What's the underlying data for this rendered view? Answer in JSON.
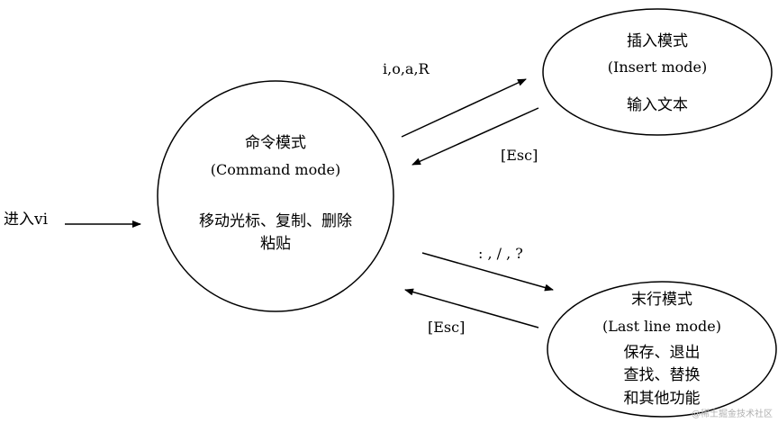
{
  "command_mode": {
    "title": "命令模式",
    "subtitle": "(Command mode)",
    "desc_line1": "移动光标、复制、删除",
    "desc_line2": "粘贴"
  },
  "insert_mode": {
    "title": "插入模式",
    "subtitle": "(Insert mode)",
    "desc": "输入文本"
  },
  "last_line_mode": {
    "title": "末行模式",
    "subtitle": "(Last line mode)",
    "desc_line1": "保存、退出",
    "desc_line2": "查找、替换",
    "desc_line3": "和其他功能"
  },
  "edges": {
    "enter_vi": "进入vi",
    "to_insert": "i,o,a,R",
    "insert_esc": "[Esc]",
    "to_last_line": ": , / , ?",
    "last_line_esc": "[Esc]"
  },
  "watermark": "@稀土掘金技术社区"
}
